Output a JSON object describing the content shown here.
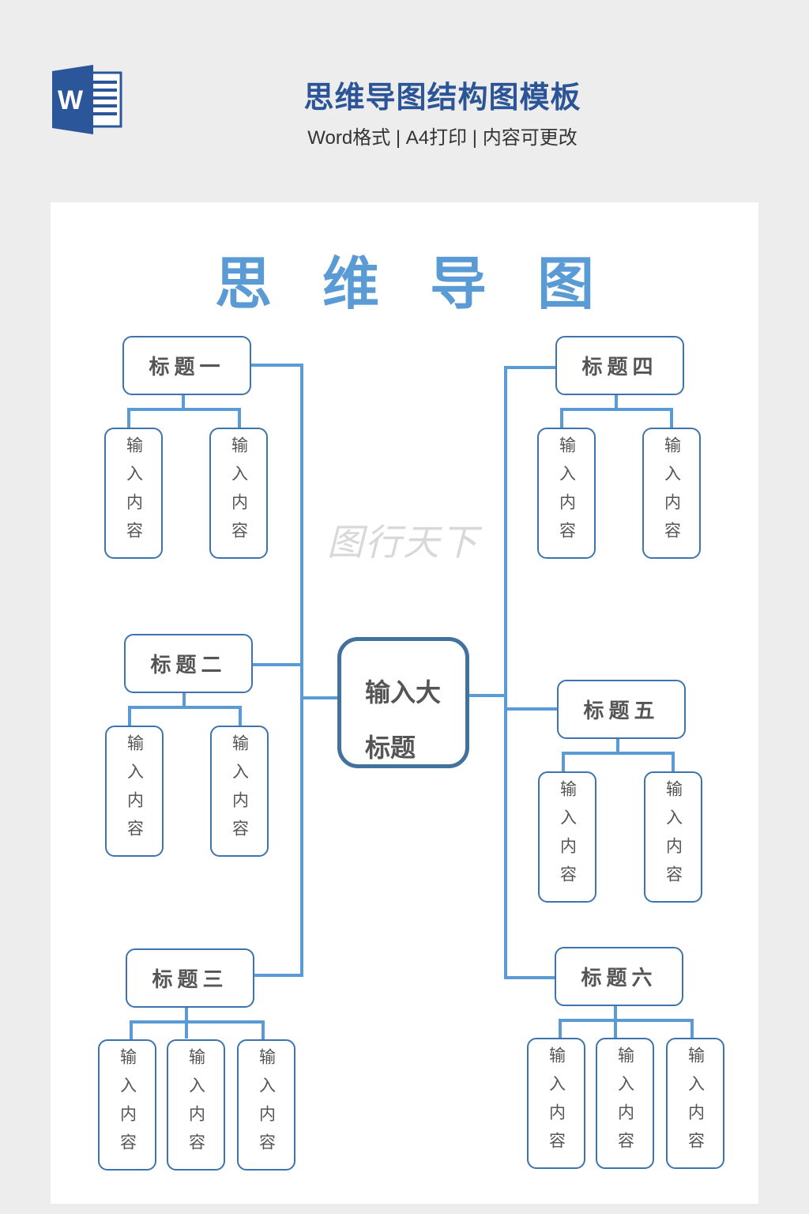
{
  "header": {
    "logo_icon": "word-document-icon",
    "logo_letter": "W",
    "title": "思维导图结构图模板",
    "subtitle": "Word格式 | A4打印 | 内容可更改"
  },
  "colors": {
    "header_title": "#2c5597",
    "big_title": "#5b9bd5",
    "connector": "#5b9bd5",
    "box_border": "#3d74ad",
    "center_border": "#41719c",
    "text": "#555555"
  },
  "document": {
    "big_title": "思维导图",
    "watermark": "图行天下",
    "center_node": {
      "line1": "输入大",
      "line2": "标题"
    },
    "branches": [
      {
        "id": "b1",
        "heading": "标题一",
        "leaves": [
          "输入内容",
          "输入内容"
        ]
      },
      {
        "id": "b2",
        "heading": "标题二",
        "leaves": [
          "输入内容",
          "输入内容"
        ]
      },
      {
        "id": "b3",
        "heading": "标题三",
        "leaves": [
          "输入内容",
          "输入内容",
          "输入内容"
        ]
      },
      {
        "id": "b4",
        "heading": "标题四",
        "leaves": [
          "输入内容",
          "输入内容"
        ]
      },
      {
        "id": "b5",
        "heading": "标题五",
        "leaves": [
          "输入内容",
          "输入内容"
        ]
      },
      {
        "id": "b6",
        "heading": "标题六",
        "leaves": [
          "输入内容",
          "输入内容",
          "输入内容"
        ]
      }
    ]
  }
}
